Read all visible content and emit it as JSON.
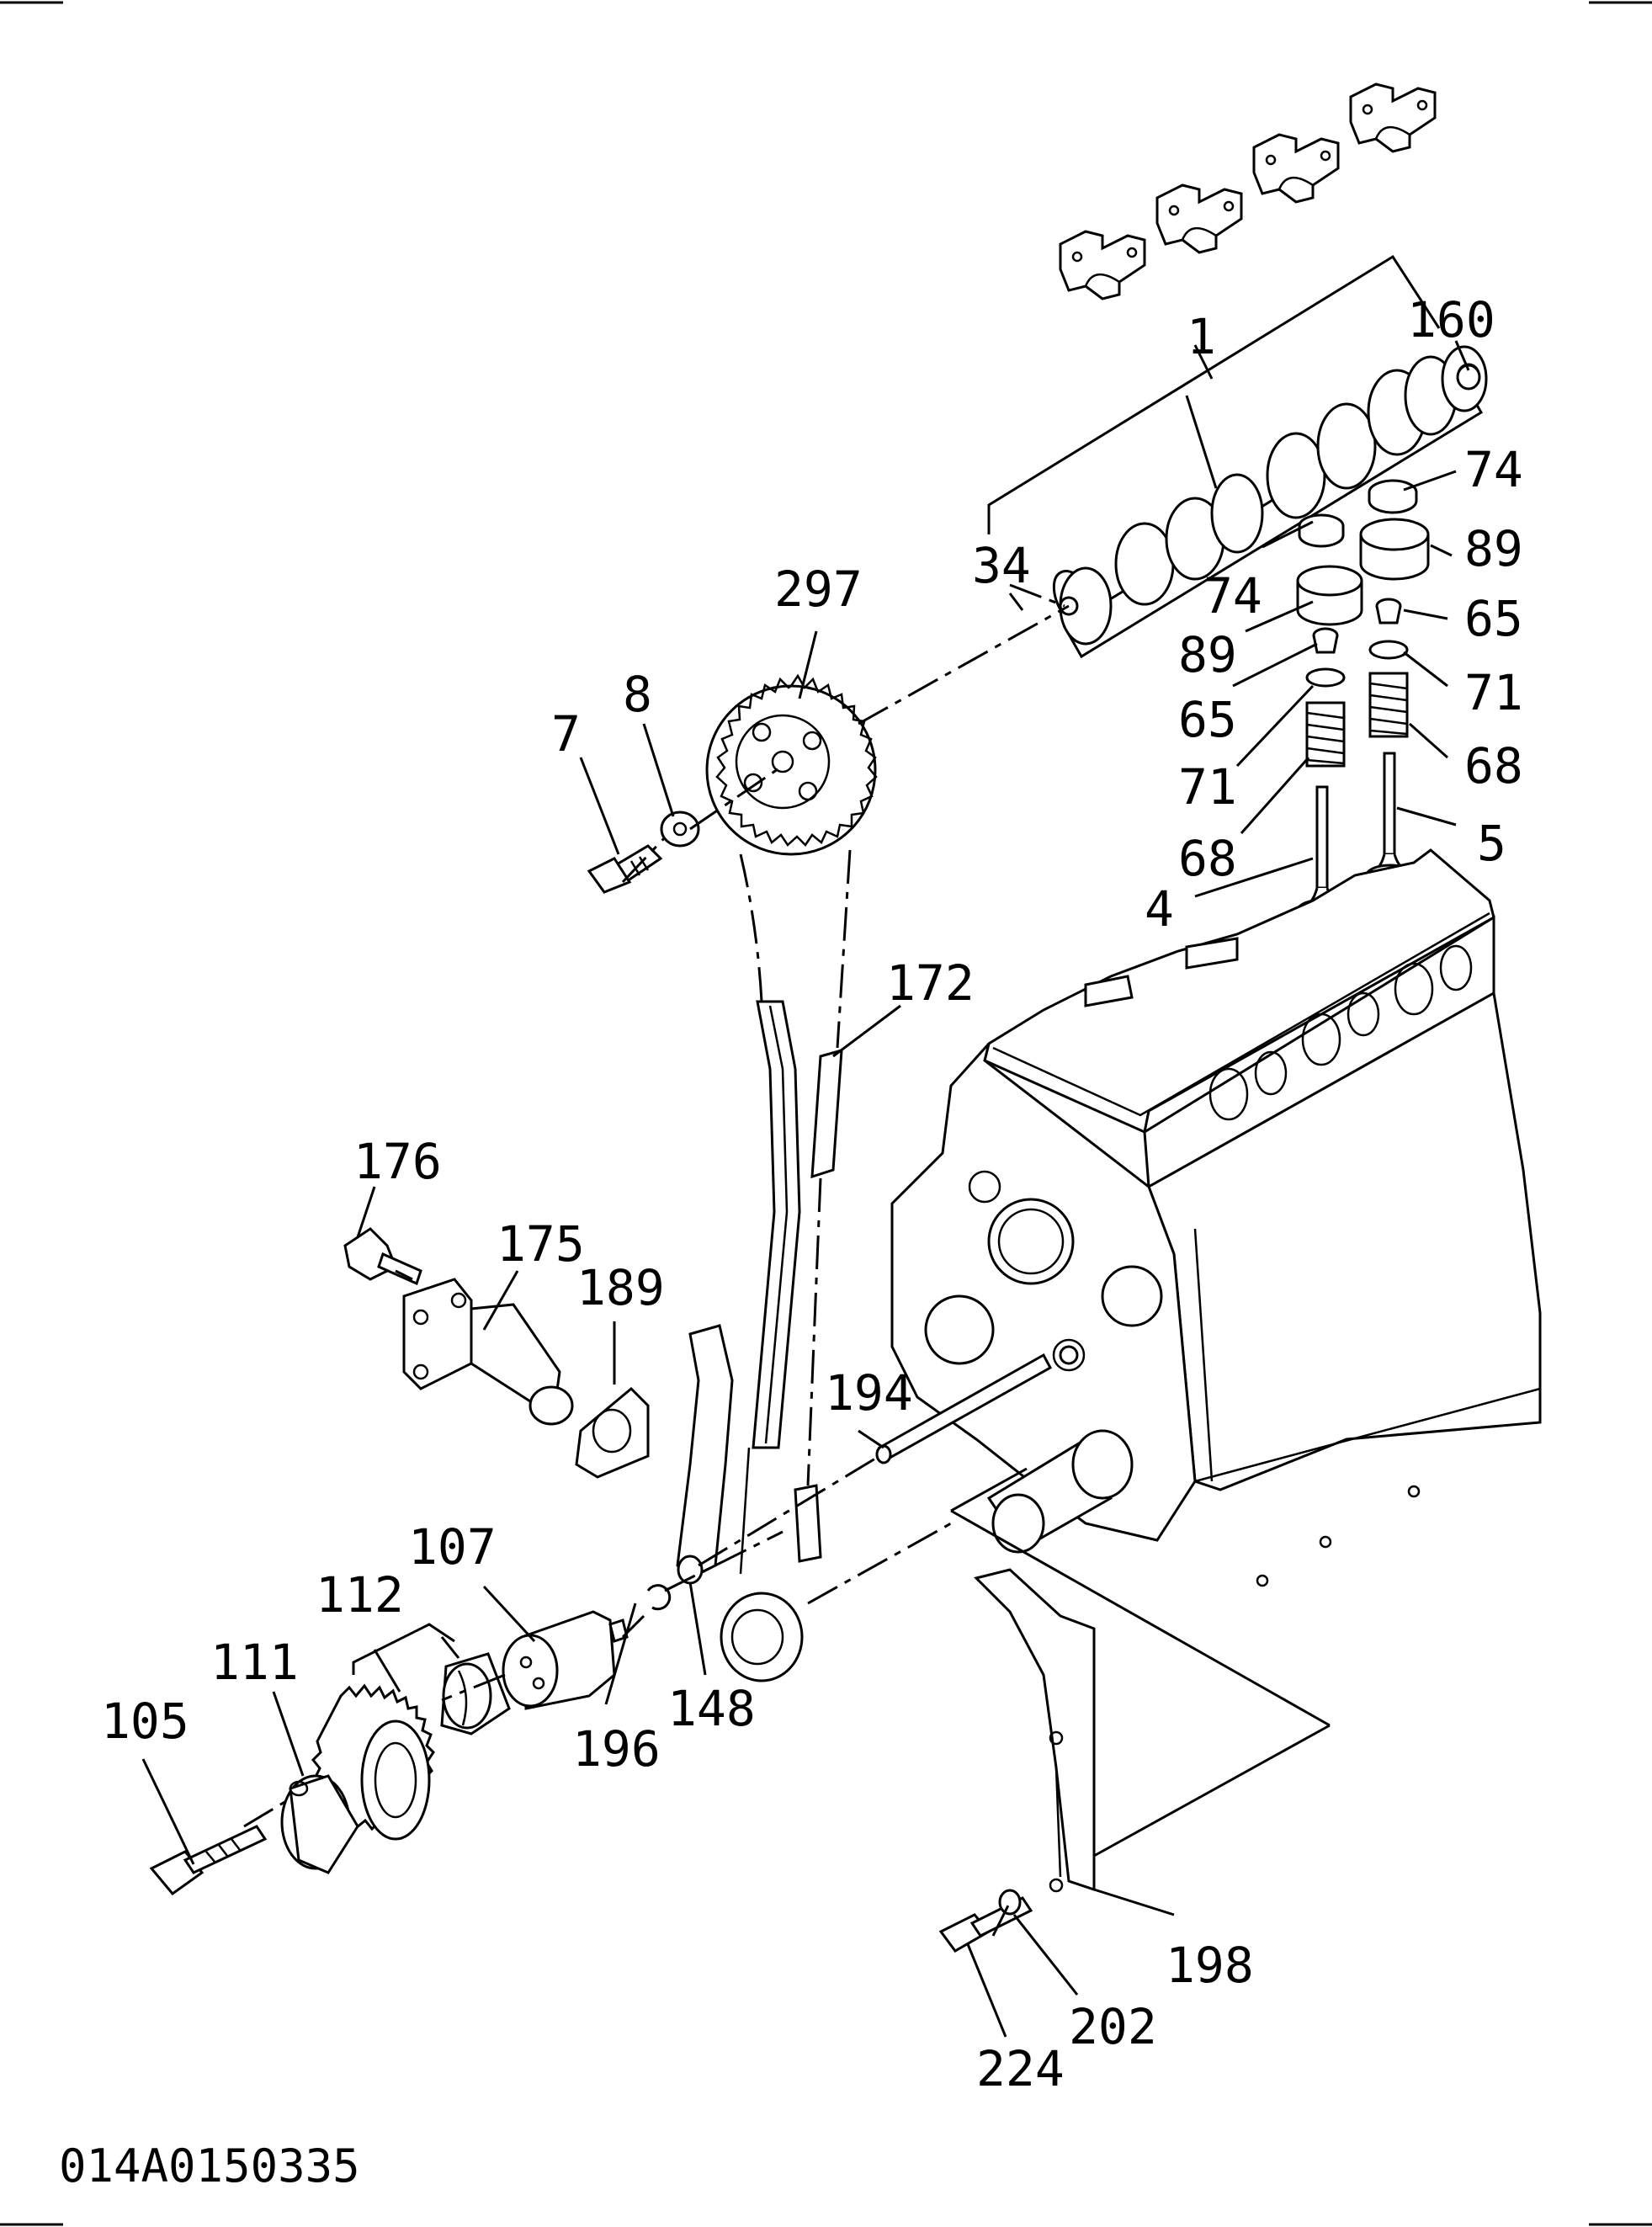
{
  "drawing_code": "014A0150335",
  "callouts": [
    {
      "id": "c1",
      "text": "1"
    },
    {
      "id": "c160",
      "text": "160"
    },
    {
      "id": "c74a",
      "text": "74"
    },
    {
      "id": "c74b",
      "text": "74"
    },
    {
      "id": "c89a",
      "text": "89"
    },
    {
      "id": "c89b",
      "text": "89"
    },
    {
      "id": "c65a",
      "text": "65"
    },
    {
      "id": "c65b",
      "text": "65"
    },
    {
      "id": "c71a",
      "text": "71"
    },
    {
      "id": "c71b",
      "text": "71"
    },
    {
      "id": "c68a",
      "text": "68"
    },
    {
      "id": "c68b",
      "text": "68"
    },
    {
      "id": "c5",
      "text": "5"
    },
    {
      "id": "c4",
      "text": "4"
    },
    {
      "id": "c34",
      "text": "34"
    },
    {
      "id": "c297",
      "text": "297"
    },
    {
      "id": "c8",
      "text": "8"
    },
    {
      "id": "c7",
      "text": "7"
    },
    {
      "id": "c172",
      "text": "172"
    },
    {
      "id": "c176",
      "text": "176"
    },
    {
      "id": "c175",
      "text": "175"
    },
    {
      "id": "c189",
      "text": "189"
    },
    {
      "id": "c194",
      "text": "194"
    },
    {
      "id": "c107",
      "text": "107"
    },
    {
      "id": "c112",
      "text": "112"
    },
    {
      "id": "c111",
      "text": "111"
    },
    {
      "id": "c105",
      "text": "105"
    },
    {
      "id": "c196",
      "text": "196"
    },
    {
      "id": "c148",
      "text": "148"
    },
    {
      "id": "c198",
      "text": "198"
    },
    {
      "id": "c202",
      "text": "202"
    },
    {
      "id": "c224",
      "text": "224"
    }
  ]
}
